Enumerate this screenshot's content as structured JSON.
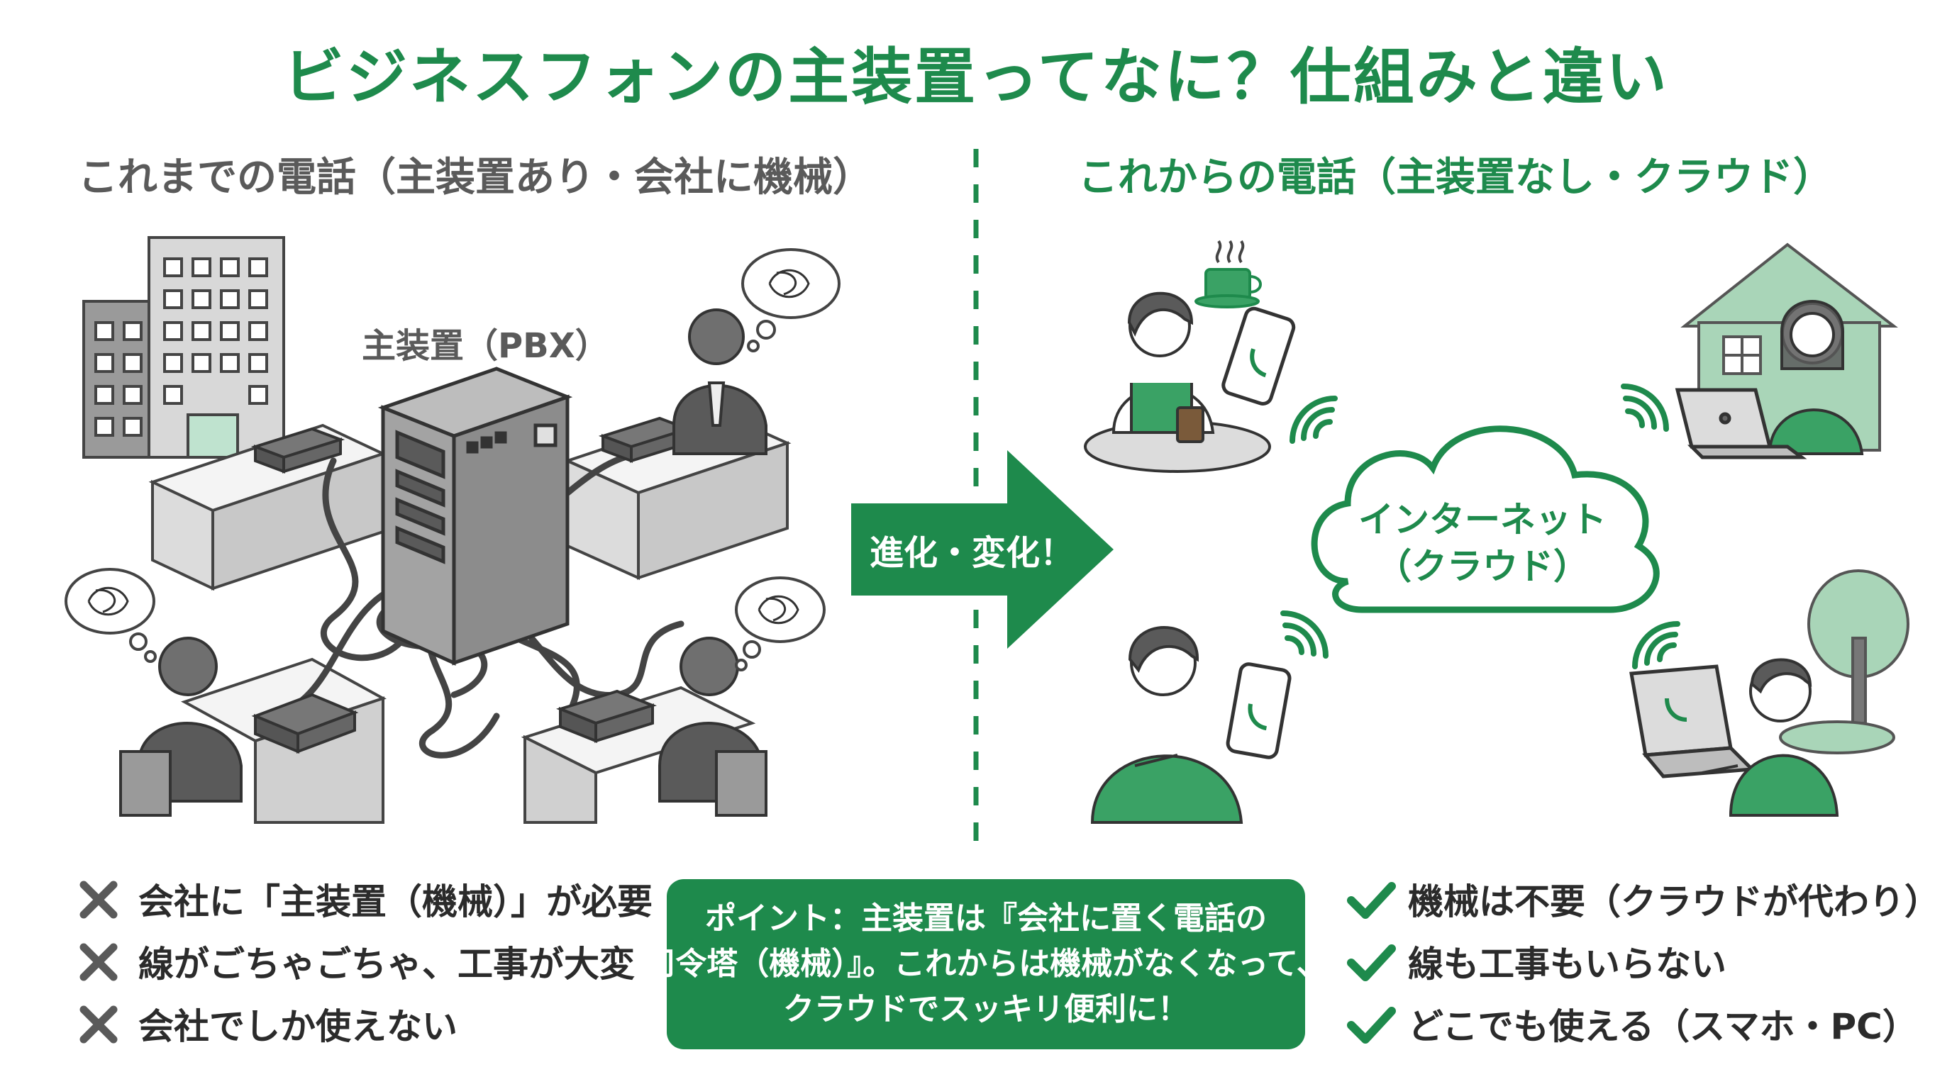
{
  "colors": {
    "brand_green": "#1e8a4c",
    "dark_gray": "#5a5a5a",
    "text_dark": "#2b2b2b",
    "light_green": "#a9d5b8",
    "icon_gray": "#4a4a4a"
  },
  "title": "ビジネスフォンの主装置ってなに？仕組みと違い",
  "left_panel": {
    "heading": "これまでの電話（主装置あり・会社に機械）",
    "pbx_label": "主装置（PBX）",
    "points": [
      {
        "icon": "cross-icon",
        "text": "会社に「主装置（機械）」が必要"
      },
      {
        "icon": "cross-icon",
        "text": "線がごちゃごちゃ、工事が大変"
      },
      {
        "icon": "cross-icon",
        "text": "会社でしか使えない"
      }
    ]
  },
  "transition": {
    "arrow_label": "進化・変化！"
  },
  "right_panel": {
    "heading": "これからの電話（主装置なし・クラウド）",
    "cloud_label_line1": "インターネット",
    "cloud_label_line2": "（クラウド）",
    "points": [
      {
        "icon": "check-icon",
        "text": "機械は不要（クラウドが代わり）"
      },
      {
        "icon": "check-icon",
        "text": "線も工事もいらない"
      },
      {
        "icon": "check-icon",
        "text": "どこでも使える（スマホ・PC）"
      }
    ]
  },
  "point_box": {
    "line1": "ポイント：主装置は『会社に置く電話の",
    "line2": "司令塔（機械）』。これからは機械がなくなって、",
    "line3": "クラウドでスッキリ便利に！"
  }
}
